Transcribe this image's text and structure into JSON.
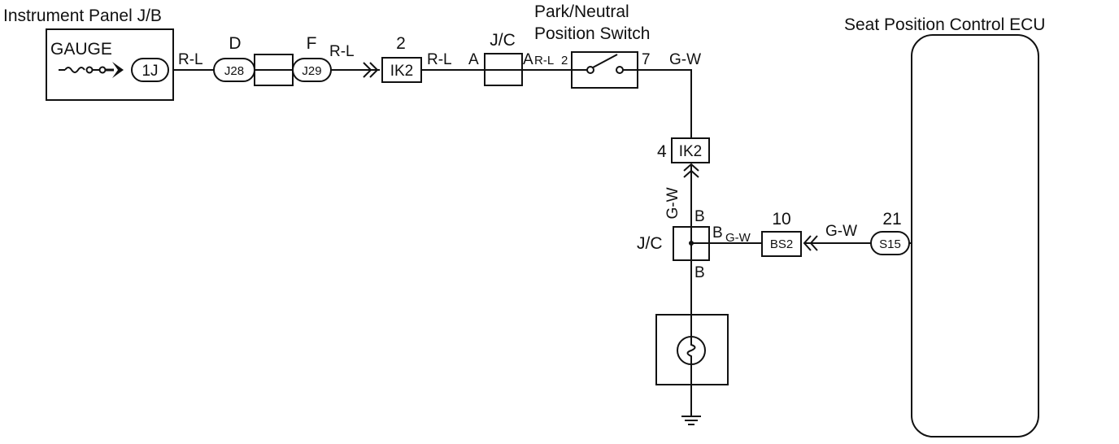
{
  "components": {
    "instrument_panel_jb": {
      "title": "Instrument Panel J/B",
      "fuse_label": "GAUGE",
      "connector": "1J"
    },
    "park_neutral_switch": {
      "title_line1": "Park/Neutral",
      "title_line2": "Position Switch",
      "pin_in": "2",
      "pin_out": "7"
    },
    "seat_ecu": {
      "title": "Seat Position Control ECU",
      "pin": "21",
      "connector": "S15"
    },
    "jc_top": {
      "label": "J/C",
      "pin": "A",
      "pin_out": "A"
    },
    "jc_bottom": {
      "label": "J/C",
      "pin_top": "B",
      "pin_right": "B",
      "pin_bottom": "B"
    }
  },
  "connectors": {
    "j28": {
      "label": "J28",
      "pin": "D"
    },
    "j29": {
      "label": "J29",
      "pin": "F"
    },
    "ik2_top": {
      "label": "IK2",
      "pin": "2"
    },
    "ik2_vertical": {
      "label": "IK2",
      "pin": "4"
    },
    "bs2": {
      "label": "BS2",
      "pin": "10"
    }
  },
  "wires": {
    "jb_to_j28": "R-L",
    "j29_to_ik2": "R-L",
    "ik2_to_jc": "R-L",
    "jc_to_switch": "R-L",
    "switch_out": "G-W",
    "ik2_to_jc_bottom": "G-W",
    "jc_to_bs2": "G-W",
    "bs2_to_ecu": "G-W"
  }
}
